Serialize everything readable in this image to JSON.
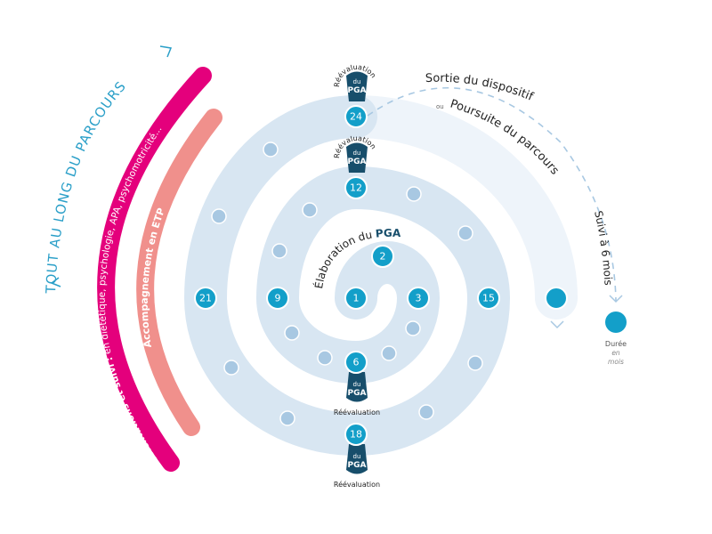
{
  "title": "TOUT AU LONG DU PARCOURS",
  "arcs": {
    "orientations_bold": "Orientations et suivi :",
    "orientations_rest": " en diététique, psychologie, APA, psychomotricité...",
    "etp": "Accompagnement en ETP"
  },
  "center_label": {
    "prefix": "Élaboration du ",
    "bold": "PGA"
  },
  "months": [
    "1",
    "2",
    "3",
    "6",
    "9",
    "12",
    "15",
    "18",
    "21",
    "24"
  ],
  "marker": {
    "arc": "Réévaluation",
    "small": "du",
    "big": "PGA"
  },
  "exit": {
    "sortie": "Sortie du dispositif",
    "ou": "ou",
    "poursuite": "Poursuite du parcours",
    "suivi": "Suivi à 6 mois"
  },
  "legend": {
    "duree": "Durée",
    "en": "en",
    "mois": "mois"
  },
  "colors": {
    "spiral": "#d8e6f2",
    "spiral_end": "#eef4fa",
    "node": "#139fc9",
    "dot": "#a8c8e2",
    "marker": "#174e6b",
    "magenta": "#e4007c",
    "salmon": "#f0908c",
    "title": "#2a9fc8"
  }
}
